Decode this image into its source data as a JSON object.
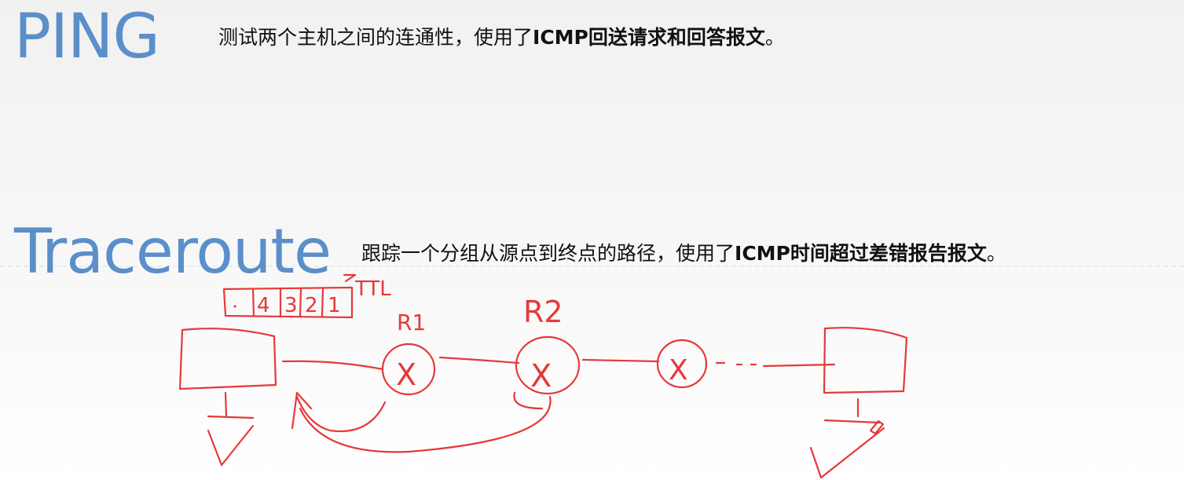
{
  "ping": {
    "title": "PING",
    "desc_pre": "测试两个主机之间的连通性，使用了",
    "desc_bold": "ICMP回送请求和回答报文",
    "desc_post": "。"
  },
  "traceroute": {
    "title": "Traceroute",
    "desc_pre": "跟踪一个分组从源点到终点的路径，使用了",
    "desc_bold": "ICMP时间超过差错报告报文",
    "desc_post": "。"
  },
  "annotations": {
    "ttl_label": "TTL",
    "packet_cells": [
      "4",
      "3",
      "2",
      "1"
    ],
    "router1_label": "R1",
    "router2_label": "R2",
    "router_mark": "X"
  },
  "colors": {
    "title": "#5b8fc9",
    "ink": "#e5393a"
  }
}
